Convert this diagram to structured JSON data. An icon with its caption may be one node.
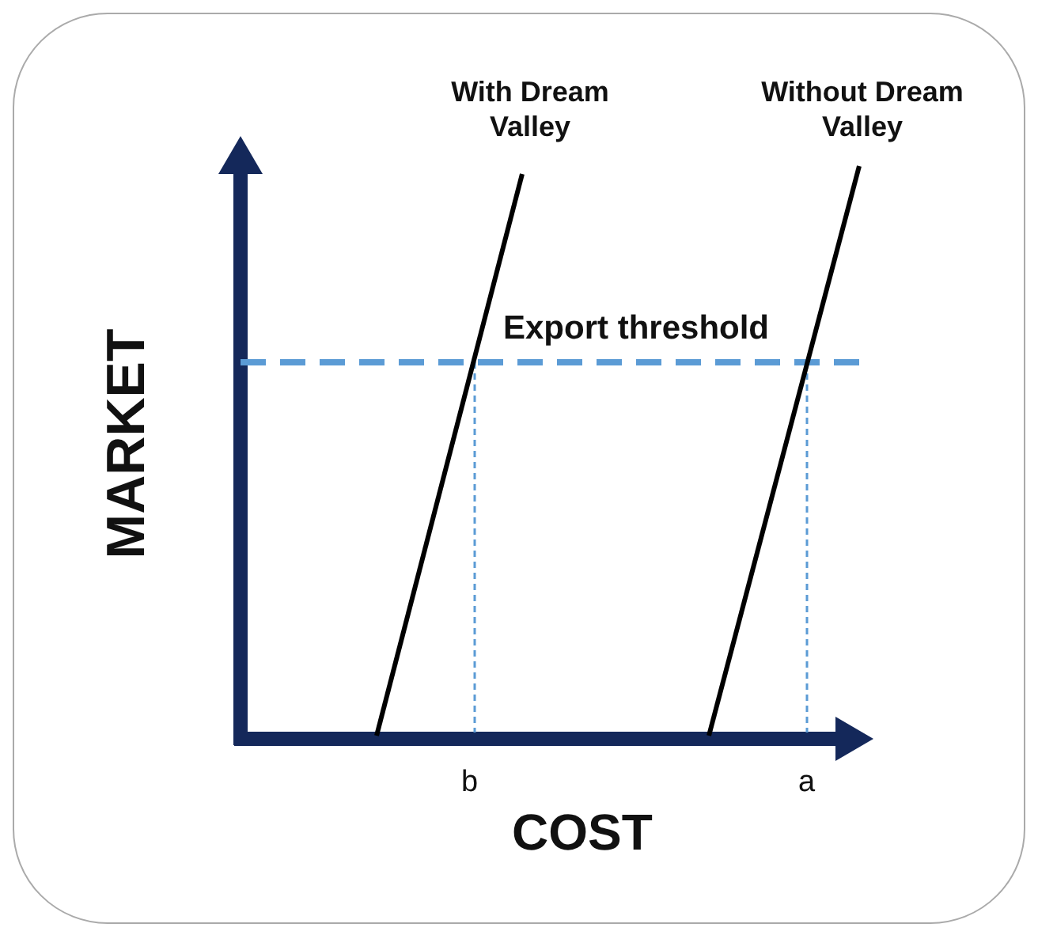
{
  "diagram": {
    "labels": [
      "With Dream Valley",
      "Without Dream Valley",
      "Export threshold",
      "MARKET",
      "b",
      "a",
      "COST"
    ]
  }
}
